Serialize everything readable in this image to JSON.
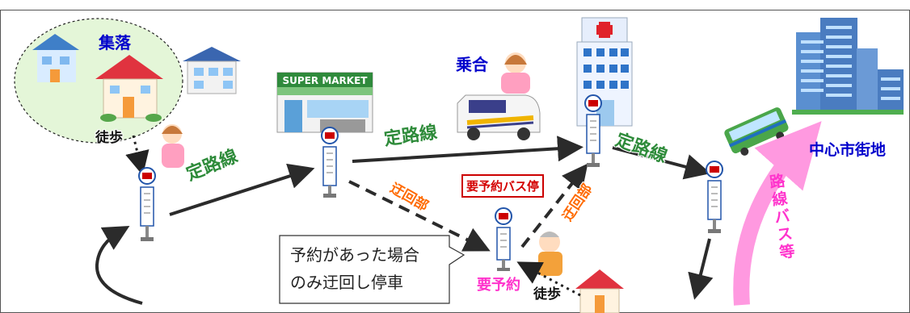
{
  "labels": {
    "village": "集落",
    "walk_top": "徒歩",
    "walk_bottom": "徒歩",
    "shared_ride": "乗合",
    "downtown": "中心市街地",
    "supermarket_sign": "SUPER MARKET",
    "fixed_route_1": "定路線",
    "fixed_route_2": "定路線",
    "fixed_route_3": "定路線",
    "detour_1": "迂回部",
    "detour_2": "迂回部",
    "reserve_stop": "要予約バス停",
    "reserve_required": "要予約",
    "route_bus_etc": [
      "路",
      "線",
      "バ",
      "ス",
      "等"
    ],
    "callout": "予約があった場合\nのみ迂回し停車"
  },
  "colors": {
    "route_label": "#2e8b3a",
    "detour_label": "#ff6a00",
    "title_blue": "#0000cc",
    "pink": "#ff33cc",
    "stop_red": "#cc0000",
    "stop_blue": "#2255aa"
  }
}
